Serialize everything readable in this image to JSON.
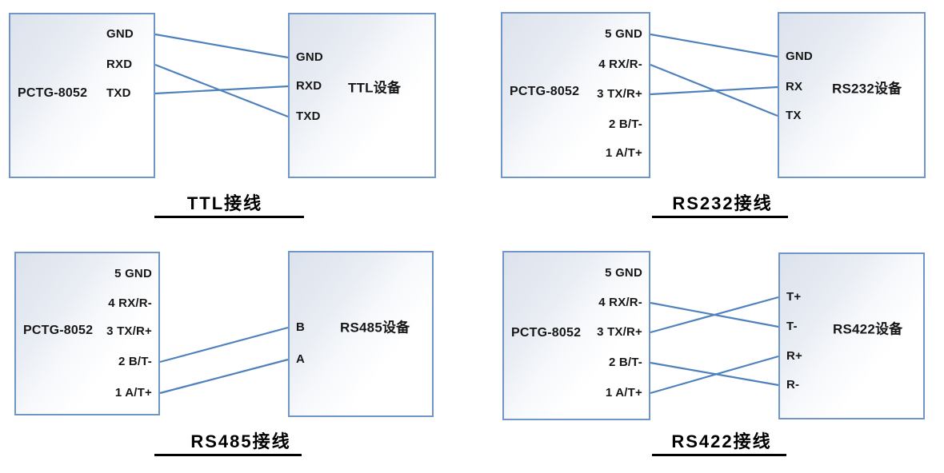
{
  "diagrams": [
    {
      "title": "TTL接线",
      "left_device": {
        "name": "PCTG-8052",
        "pins": [
          "GND",
          "RXD",
          "TXD"
        ]
      },
      "right_device": {
        "name": "TTL设备",
        "pins": [
          "GND",
          "RXD",
          "TXD"
        ]
      },
      "connections": [
        {
          "from": "GND",
          "to": "GND"
        },
        {
          "from": "RXD",
          "to": "TXD"
        },
        {
          "from": "TXD",
          "to": "RXD"
        }
      ]
    },
    {
      "title": "RS232接线",
      "left_device": {
        "name": "PCTG-8052",
        "pins": [
          "5 GND",
          "4 RX/R-",
          "3 TX/R+",
          "2 B/T-",
          "1 A/T+"
        ]
      },
      "right_device": {
        "name": "RS232设备",
        "pins": [
          "GND",
          "RX",
          "TX"
        ]
      },
      "connections": [
        {
          "from": "5 GND",
          "to": "GND"
        },
        {
          "from": "4 RX/R-",
          "to": "TX"
        },
        {
          "from": "3 TX/R+",
          "to": "RX"
        }
      ]
    },
    {
      "title": "RS485接线",
      "left_device": {
        "name": "PCTG-8052",
        "pins": [
          "5 GND",
          "4 RX/R-",
          "3 TX/R+",
          "2 B/T-",
          "1 A/T+"
        ]
      },
      "right_device": {
        "name": "RS485设备",
        "pins": [
          "B",
          "A"
        ]
      },
      "connections": [
        {
          "from": "2 B/T-",
          "to": "B"
        },
        {
          "from": "1 A/T+",
          "to": "A"
        }
      ]
    },
    {
      "title": "RS422接线",
      "left_device": {
        "name": "PCTG-8052",
        "pins": [
          "5 GND",
          "4 RX/R-",
          "3 TX/R+",
          "2 B/T-",
          "1 A/T+"
        ]
      },
      "right_device": {
        "name": "RS422设备",
        "pins": [
          "T+",
          "T-",
          "R+",
          "R-"
        ]
      },
      "connections": [
        {
          "from": "4 RX/R-",
          "to": "T-"
        },
        {
          "from": "3 TX/R+",
          "to": "T+"
        },
        {
          "from": "2 B/T-",
          "to": "R-"
        },
        {
          "from": "1 A/T+",
          "to": "R+"
        }
      ]
    }
  ],
  "colors": {
    "wire": "#4f81bd",
    "box_border": "#7096c8",
    "text": "#171717",
    "title_underline": "#000000"
  }
}
